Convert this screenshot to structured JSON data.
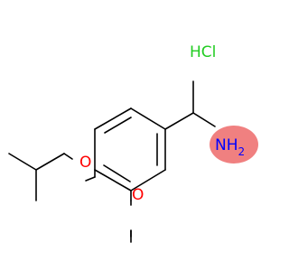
{
  "molecule": {
    "salt_label": "HCl",
    "oxygen_ether_label": "O",
    "oxygen_methoxy_label": "O",
    "amine": {
      "label": "NH",
      "subscript": "2"
    }
  },
  "colors": {
    "bond": "#000000",
    "chlorine": "#22cc22",
    "oxygen": "#ff0000",
    "nitrogen": "#0000ff",
    "amine_highlight": "#f08080"
  }
}
